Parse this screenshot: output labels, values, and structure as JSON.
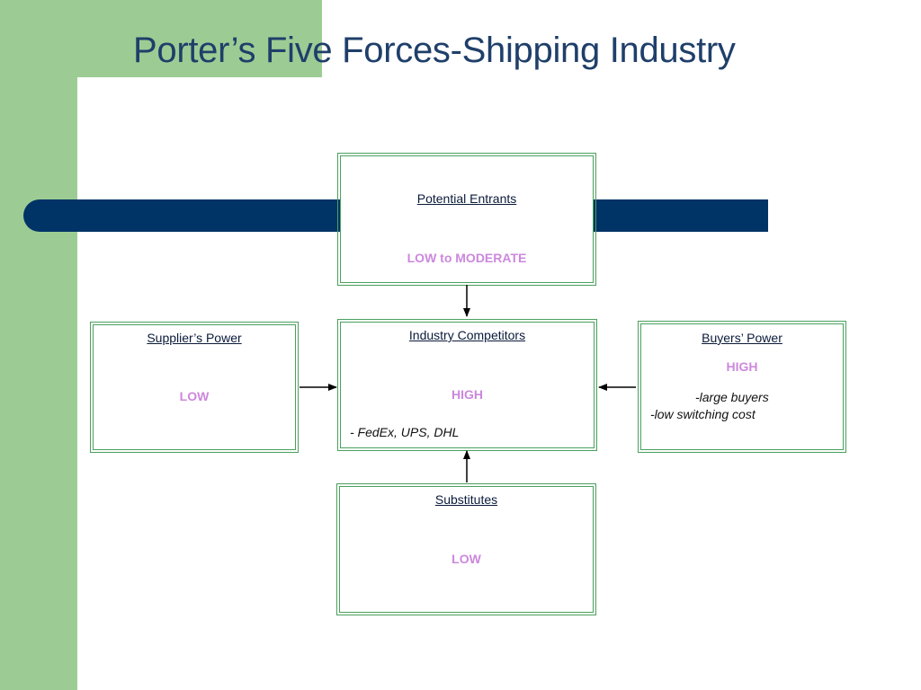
{
  "title": "Porter’s Five Forces-Shipping Industry",
  "forces": {
    "potential_entrants": {
      "label": "Potential Entrants",
      "level": "LOW to MODERATE"
    },
    "suppliers_power": {
      "label": "Supplier’s Power",
      "level": "LOW"
    },
    "industry_competitors": {
      "label": "Industry Competitors",
      "level": "HIGH",
      "note": "- FedEx, UPS, DHL"
    },
    "buyers_power": {
      "label": "Buyers’ Power",
      "level": "HIGH",
      "notes": [
        "-large buyers",
        "-low switching cost"
      ]
    },
    "substitutes": {
      "label": "Substitutes",
      "level": "LOW"
    }
  },
  "colors": {
    "accent_green": "#9ccc94",
    "navy": "#003366",
    "title": "#1f3f6a",
    "level_text": "#cc88dd",
    "box_border": "#4aa05e"
  }
}
